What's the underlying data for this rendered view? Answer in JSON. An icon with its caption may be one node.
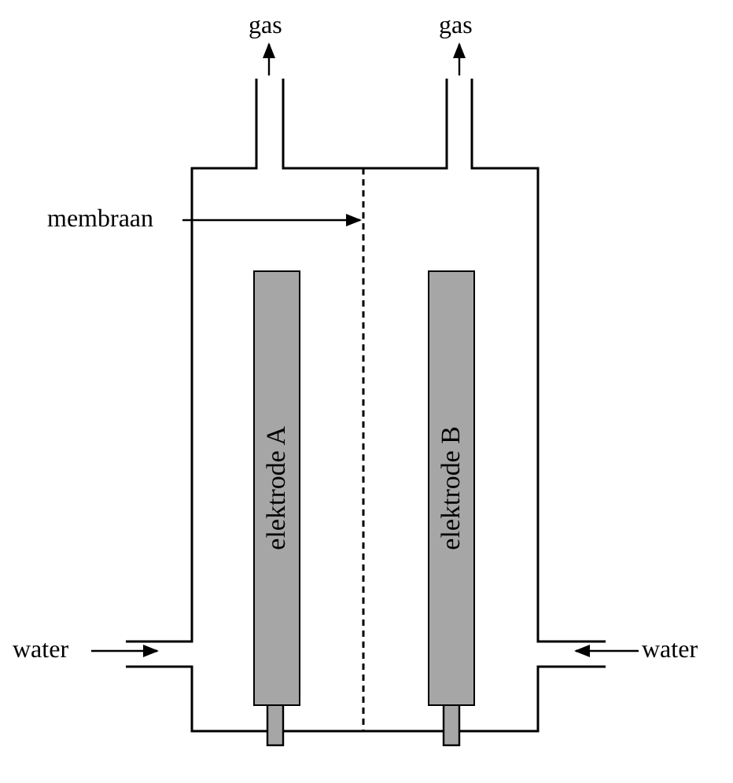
{
  "diagram": {
    "nodes": [
      {
        "text": [
          "gas"
        ]
      },
      {
        "text": [
          "gas"
        ]
      },
      {
        "text": [
          "membraan"
        ]
      },
      {
        "text": [],
        "shape": "line"
      },
      {
        "text": [
          "elektrode A"
        ]
      },
      {
        "text": [
          "elektrode B"
        ]
      },
      {
        "text": [
          "water"
        ]
      },
      {
        "text": [
          "water"
        ]
      }
    ],
    "edges": [
      {
        "from": null,
        "to": 0,
        "arrow": "to"
      },
      {
        "from": null,
        "to": 1,
        "arrow": "to"
      },
      {
        "from": 2,
        "to": 3,
        "arrow": "to"
      },
      {
        "from": 6,
        "to": null,
        "arrow": "to"
      },
      {
        "from": 7,
        "to": null,
        "arrow": "to"
      }
    ]
  }
}
